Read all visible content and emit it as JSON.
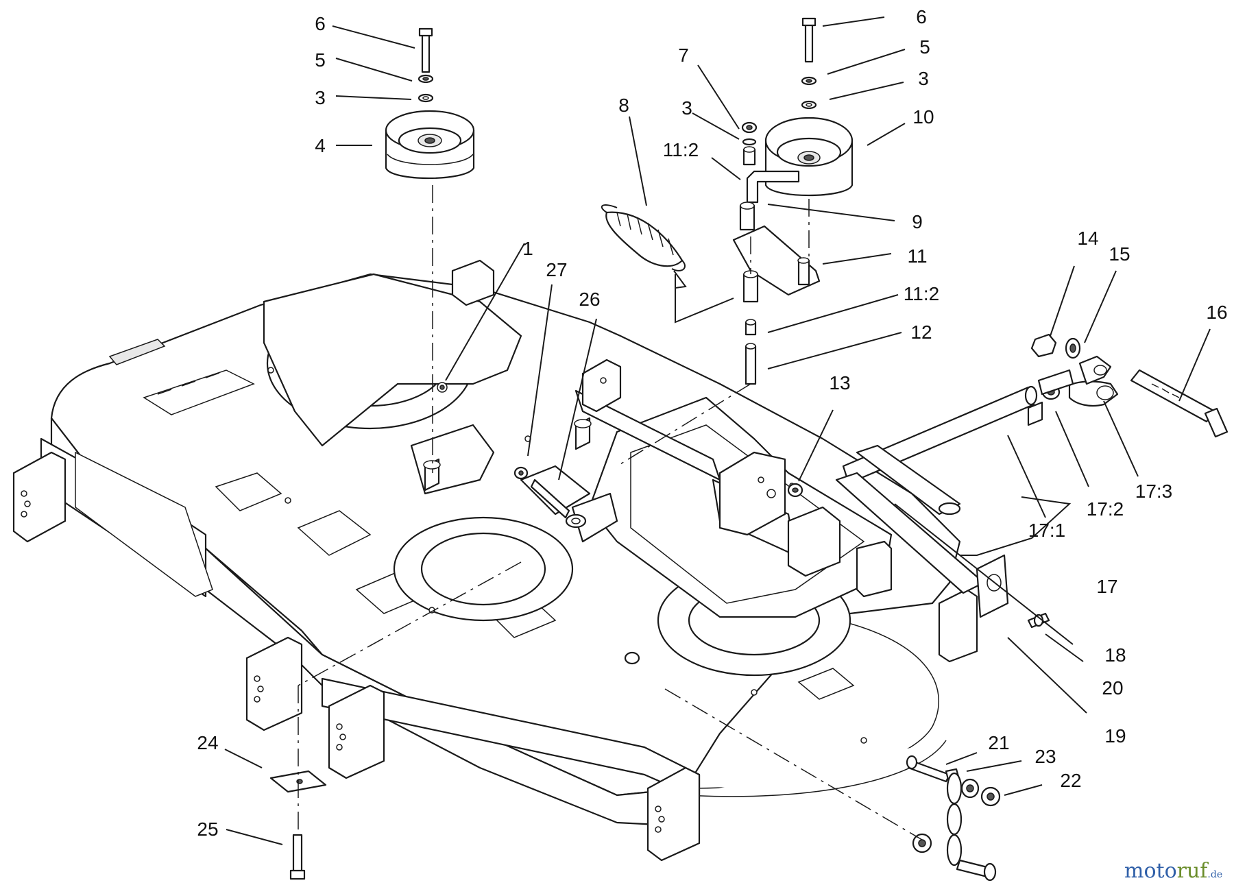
{
  "callouts": [
    {
      "id": "c1",
      "text": "1"
    },
    {
      "id": "c3a",
      "text": "3"
    },
    {
      "id": "c3b",
      "text": "3"
    },
    {
      "id": "c3c",
      "text": "3"
    },
    {
      "id": "c4",
      "text": "4"
    },
    {
      "id": "c5a",
      "text": "5"
    },
    {
      "id": "c5b",
      "text": "5"
    },
    {
      "id": "c6a",
      "text": "6"
    },
    {
      "id": "c6b",
      "text": "6"
    },
    {
      "id": "c7",
      "text": "7"
    },
    {
      "id": "c8",
      "text": "8"
    },
    {
      "id": "c9",
      "text": "9"
    },
    {
      "id": "c10",
      "text": "10"
    },
    {
      "id": "c11",
      "text": "11"
    },
    {
      "id": "c11_2a",
      "text": "11:2"
    },
    {
      "id": "c11_2b",
      "text": "11:2"
    },
    {
      "id": "c12",
      "text": "12"
    },
    {
      "id": "c13",
      "text": "13"
    },
    {
      "id": "c14",
      "text": "14"
    },
    {
      "id": "c15",
      "text": "15"
    },
    {
      "id": "c16",
      "text": "16"
    },
    {
      "id": "c17",
      "text": "17"
    },
    {
      "id": "c17_1",
      "text": "17:1"
    },
    {
      "id": "c17_2",
      "text": "17:2"
    },
    {
      "id": "c17_3",
      "text": "17:3"
    },
    {
      "id": "c18",
      "text": "18"
    },
    {
      "id": "c19",
      "text": "19"
    },
    {
      "id": "c20",
      "text": "20"
    },
    {
      "id": "c21",
      "text": "21"
    },
    {
      "id": "c22",
      "text": "22"
    },
    {
      "id": "c23",
      "text": "23"
    },
    {
      "id": "c24",
      "text": "24"
    },
    {
      "id": "c25",
      "text": "25"
    },
    {
      "id": "c26",
      "text": "26"
    },
    {
      "id": "c27",
      "text": "27"
    }
  ],
  "watermark": {
    "part1": "moto",
    "part2": "ruf",
    "suffix": ".de"
  },
  "colors": {
    "line": "#1a1a1a",
    "watermark_blue": "#2f5fa8",
    "watermark_green": "#6a8d2a"
  }
}
